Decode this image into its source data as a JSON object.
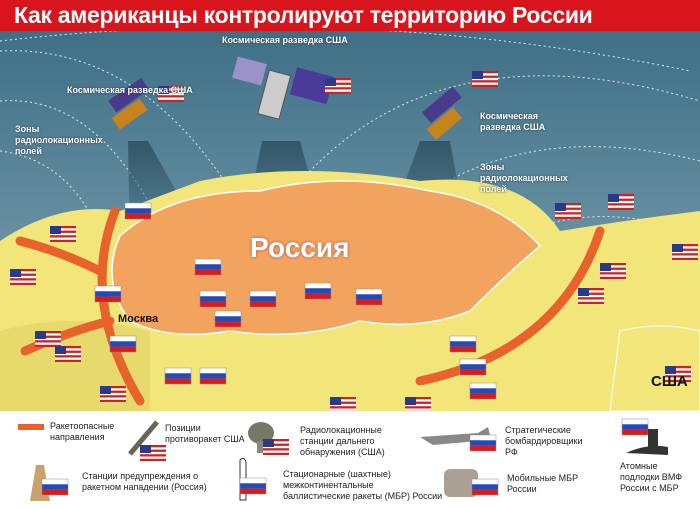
{
  "title": "Как американцы контролируют территорию России",
  "map": {
    "satellite_labels": [
      "Космическая разведка США",
      "Космическая разведка США",
      "Космическая разведка США"
    ],
    "radar_zone_labels": [
      "Зоны радиолокационных полей",
      "Зоны радиолокационных полей"
    ],
    "country_label": "Россия",
    "city_label": "Москва",
    "usa_label": "США"
  },
  "legend": {
    "items": [
      {
        "icon": "red-arrow-icon",
        "label": "Ракетоопасные направления"
      },
      {
        "icon": "missile-launcher-icon",
        "label": "Позиции противоракет США"
      },
      {
        "icon": "radar-dish-icon",
        "label": "Радиолокационные станции дальнего обнаружения (США)"
      },
      {
        "icon": "bomber-icon",
        "label": "Стратегические бомбардировщики РФ"
      },
      {
        "icon": "submarine-icon",
        "label": "Атомные подлодки ВМФ России с МБР"
      },
      {
        "icon": "warning-station-icon",
        "label": "Станции предупреждения о ракетном нападении (Россия)"
      },
      {
        "icon": "silo-missile-icon",
        "label": "Стационарные (шахтные) межконтинентальные баллистические ракеты (МБР) России"
      },
      {
        "icon": "mobile-icbm-icon",
        "label": "Мобильные МБР России"
      }
    ]
  },
  "colors": {
    "title_bg": "#d8151c",
    "sky": "#4b7d93",
    "land": "#f2e57a",
    "russia": "#f2a45f",
    "arrow": "#e8622c"
  }
}
